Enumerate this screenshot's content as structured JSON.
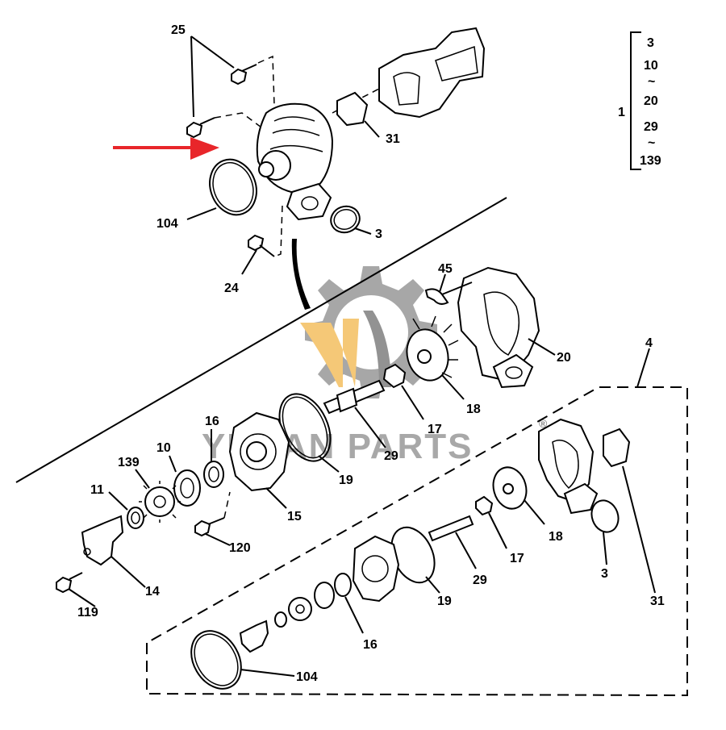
{
  "watermark": {
    "text": "YUNAN PARTS",
    "registered": "®",
    "gear_color": "#7a7a7a",
    "accent_color": "#f2b64a"
  },
  "arrow_color": "#e8262a",
  "bracket": {
    "parent": "1",
    "items": [
      "3",
      "10",
      "~",
      "20",
      "29",
      "~",
      "139"
    ]
  },
  "callouts": {
    "c25": "25",
    "c31a": "31",
    "c104a": "104",
    "c3a": "3",
    "c24": "24",
    "c45": "45",
    "c20": "20",
    "c18a": "18",
    "c17a": "17",
    "c29a": "29",
    "c19a": "19",
    "c16a": "16",
    "c10": "10",
    "c139": "139",
    "c11": "11",
    "c15": "15",
    "c120": "120",
    "c14": "14",
    "c119": "119",
    "c4": "4",
    "c18b": "18",
    "c17b": "17",
    "c29b": "29",
    "c19b": "19",
    "c16b": "16",
    "c104b": "104",
    "c3b": "3",
    "c31b": "31"
  }
}
